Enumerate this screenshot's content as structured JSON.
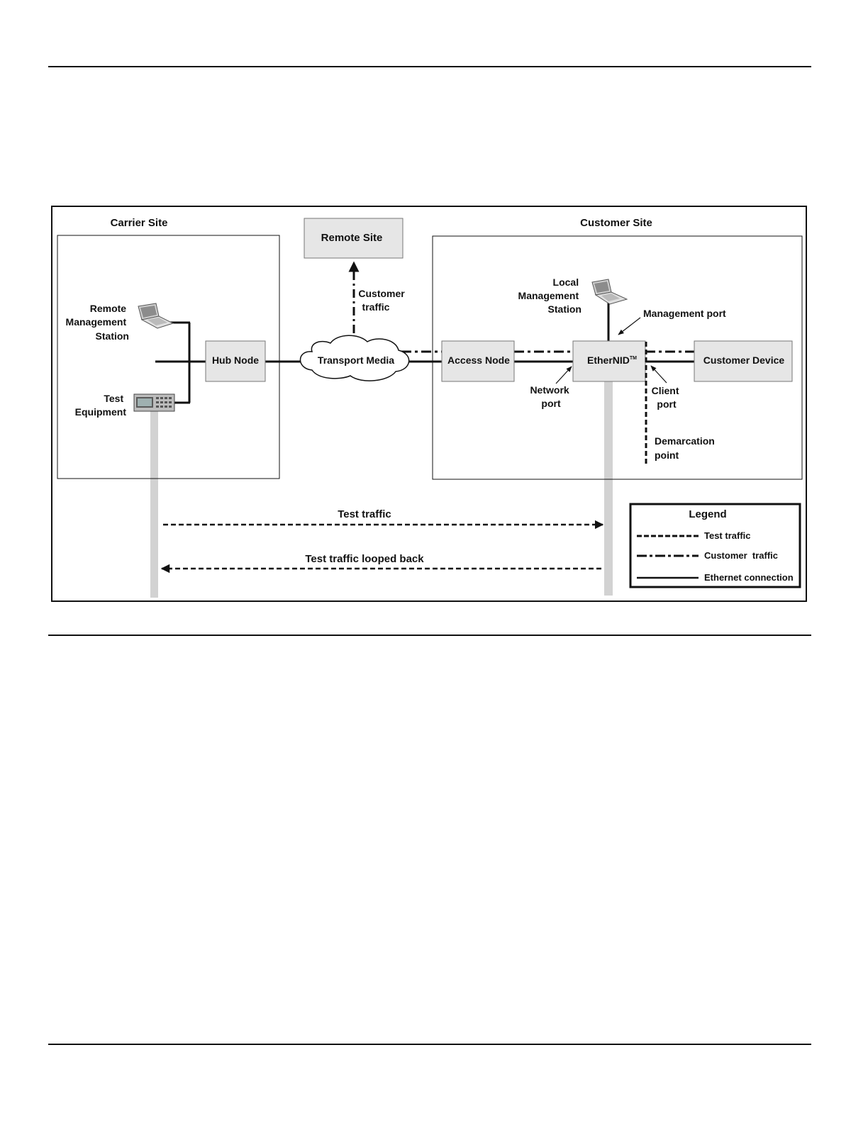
{
  "diagram": {
    "sites": {
      "carrier": "Carrier Site",
      "customer": "Customer Site"
    },
    "nodes": {
      "remote_site": "Remote Site",
      "hub_node": "Hub Node",
      "transport_media": "Transport Media",
      "access_node": "Access Node",
      "ethernid": "EtherNID",
      "ethernid_tm": "TM",
      "customer_device": "Customer Device"
    },
    "labels": {
      "remote_mgmt": [
        "Remote",
        "Management",
        "Station"
      ],
      "test_equipment": [
        "Test",
        "Equipment"
      ],
      "customer_traffic": [
        "Customer",
        "traffic"
      ],
      "local_mgmt": [
        "Local",
        "Management",
        "Station"
      ],
      "management_port": "Management port",
      "network_port": [
        "Network",
        "port"
      ],
      "client_port": [
        "Client",
        "port"
      ],
      "demarcation": [
        "Demarcation",
        "point"
      ],
      "test_traffic": "Test traffic",
      "test_traffic_looped": "Test traffic looped back"
    },
    "legend": {
      "title": "Legend",
      "items": [
        {
          "label": "Test traffic",
          "style": "dashed"
        },
        {
          "label": "Customer  traffic",
          "style": "dash-dot"
        },
        {
          "label": "Ethernet connection",
          "style": "solid"
        }
      ]
    },
    "colors": {
      "node_fill": "#e6e6e6",
      "line": "#111111",
      "path_bar": "#d2d2d2"
    }
  }
}
